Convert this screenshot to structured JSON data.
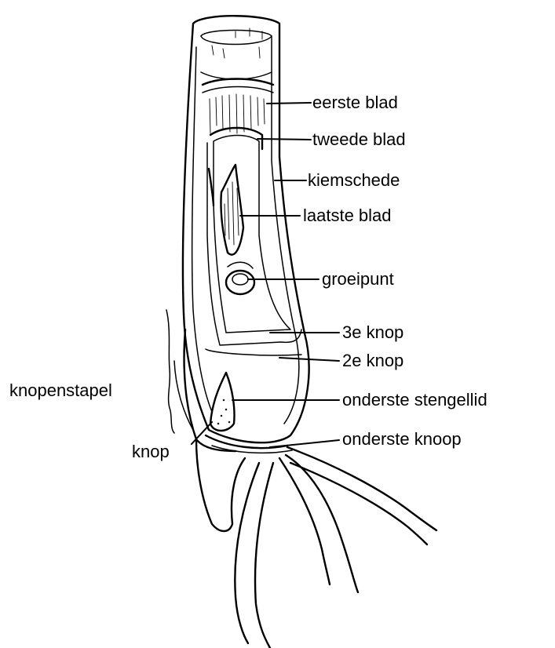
{
  "labels": {
    "eerste_blad": "eerste blad",
    "tweede_blad": "tweede blad",
    "kiemschede": "kiemschede",
    "laatste_blad": "laatste blad",
    "groeipunt": "groeipunt",
    "derde_knop": "3e knop",
    "tweede_knop": "2e knop",
    "knopenstapel": "knopenstapel",
    "onderste_stengellid": "onderste stengellid",
    "knop": "knop",
    "onderste_knoop": "onderste knoop"
  },
  "colors": {
    "ink": "#000000",
    "background": "#ffffff"
  }
}
